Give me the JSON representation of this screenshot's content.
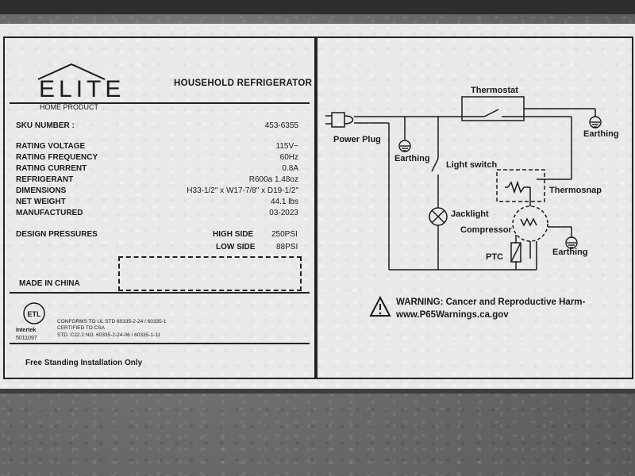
{
  "header": {
    "brand": "ELITE",
    "brand_sub": "HOME PRODUCT",
    "product_title": "HOUSEHOLD REFRIGERATOR"
  },
  "specs": {
    "sku_label": "SKU NUMBER :",
    "sku_value": "453-6355",
    "rows": [
      {
        "label": "RATING VOLTAGE",
        "value": "115V~"
      },
      {
        "label": "RATING FREQUENCY",
        "value": "60Hz"
      },
      {
        "label": "RATING CURRENT",
        "value": "0.8A"
      },
      {
        "label": "REFRIGERANT",
        "value": "R600a 1.48oz"
      },
      {
        "label": "DIMENSIONS",
        "value": "H33-1/2\" x W17-7/8\" x D19-1/2\""
      },
      {
        "label": "NET WEIGHT",
        "value": "44.1 lbs"
      },
      {
        "label": "MANUFACTURED",
        "value": "03-2023"
      }
    ],
    "design_pressures_label": "DESIGN PRESSURES",
    "high_side_label": "HIGH SIDE",
    "high_side_value": "250PSI",
    "low_side_label": "LOW SIDE",
    "low_side_value": "88PSI",
    "made_in": "MADE IN CHINA"
  },
  "certification": {
    "mark": "ETL",
    "lab": "Intertek",
    "number": "5011097",
    "lines": [
      "CONFORMS TO UL STD 60335-2-24 / 60335-1",
      "CERTIFIED TO CSA",
      "STD. C22.2 NO. 60335-2-24-06 / 60335-1-11"
    ]
  },
  "footer": {
    "note": "Free Standing Installation Only"
  },
  "wiring_diagram": {
    "labels": {
      "thermostat": "Thermostat",
      "power_plug": "Power Plug",
      "earthing_left": "Earthing",
      "earthing_right": "Earthing",
      "earthing_bottom": "Earthing",
      "light_switch": "Light switch",
      "thermosnap": "Thermosnap",
      "jacklight": "Jacklight",
      "compressor": "Compressor",
      "ptc": "PTC"
    }
  },
  "warning": {
    "text": "WARNING: Cancer and Reproductive Harm-",
    "url": "www.P65Warnings.ca.gov"
  }
}
